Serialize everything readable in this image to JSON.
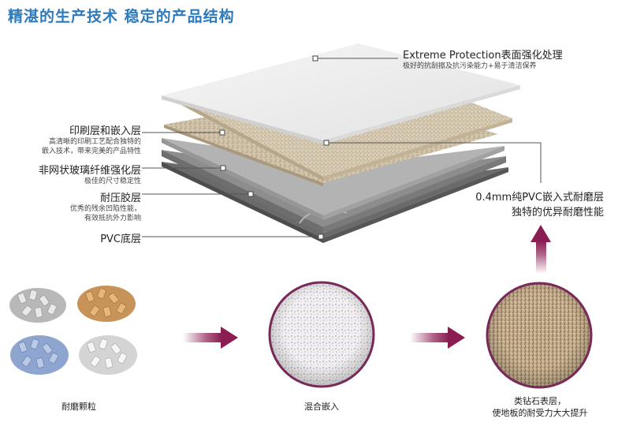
{
  "title": "精湛的生产技术 稳定的产品结构",
  "top_layer": {
    "title": "Extreme Protection表面强化处理",
    "desc": "极好的抗刮擦及抗污染能力+易于清洁保养"
  },
  "left_labels": [
    {
      "title": "印刷层和嵌入层",
      "desc": [
        "高清晰的印刷工艺配合独特的",
        "嵌入技术，带来完美的产品特性"
      ]
    },
    {
      "title": "非网状玻璃纤维强化层",
      "desc": [
        "极佳的尺寸稳定性"
      ]
    },
    {
      "title": "耐压胶层",
      "desc": [
        "优秀的残余凹陷性能，",
        "有效抵抗外力影响"
      ]
    },
    {
      "title": "PVC底层",
      "desc": []
    }
  ],
  "right_layer": {
    "line1": "0.4mm纯PVC嵌入式耐磨层",
    "line2": "独特的优异耐磨性能"
  },
  "process": [
    {
      "caption": "耐磨颗粒"
    },
    {
      "caption": "混合嵌入"
    },
    {
      "caption1": "类钻石表层，",
      "caption2": "使地板的耐受力大大提升"
    }
  ],
  "colors": {
    "title": "#2d7bbd",
    "arrow": "#8a1d52",
    "circle_ring": "#7a2a5a"
  }
}
